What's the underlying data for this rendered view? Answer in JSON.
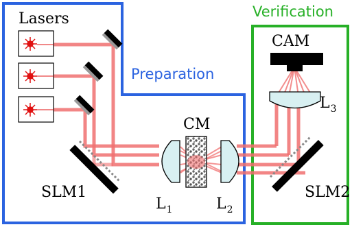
{
  "colors": {
    "preparation_border": "#2b63e0",
    "verification_border": "#27b027",
    "beam": "#f07070",
    "laser_dot": "#e01010",
    "lens_fill": "#d8f0f2",
    "mirror": "#000000"
  },
  "sections": {
    "preparation": {
      "title": "Preparation"
    },
    "verification": {
      "title": "Verification"
    }
  },
  "labels": {
    "lasers": "Lasers",
    "cm": "CM",
    "cam": "CAM",
    "slm1": "SLM1",
    "slm2": "SLM2",
    "l1": {
      "base": "L",
      "sub": "1"
    },
    "l2": {
      "base": "L",
      "sub": "2"
    },
    "l3": {
      "base": "L",
      "sub": "3"
    }
  },
  "components": {
    "lasers": [
      {
        "name": "laser-1",
        "icon": "laser-burst-icon"
      },
      {
        "name": "laser-2",
        "icon": "laser-burst-icon"
      },
      {
        "name": "laser-3",
        "icon": "laser-burst-icon"
      }
    ]
  }
}
